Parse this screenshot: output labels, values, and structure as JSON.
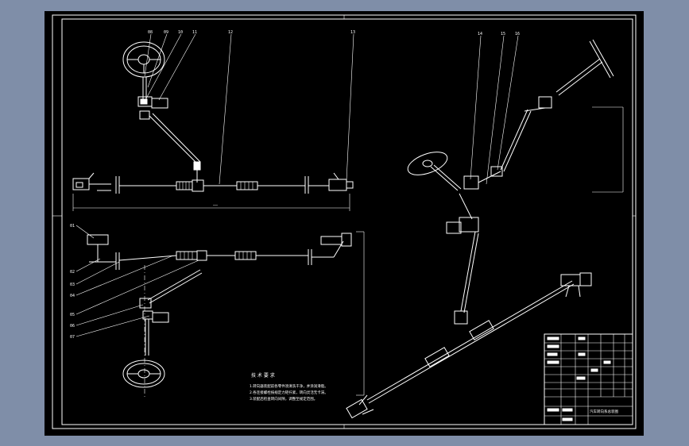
{
  "colors": {
    "viewport_bg": "#7f8ea8",
    "sheet_bg": "#000000",
    "line": "#ffffff"
  },
  "drawing": {
    "callouts_top": [
      "08",
      "09",
      "10",
      "11",
      "12",
      "13"
    ],
    "callouts_right": [
      "14",
      "15",
      "16"
    ],
    "callouts_left": [
      "01",
      "02",
      "03",
      "04",
      "05",
      "06",
      "07"
    ],
    "dimension_text": "——",
    "notes_title": "技 术 要 求",
    "notes": [
      "1.转向器装配前各零件须清洗干净，并涂润滑脂。",
      "2.各连接螺栓按规定力矩拧紧，转向灵活无卡滞。",
      "3.装配后检查转向间隙，调整至规定范围。"
    ],
    "title_block_name": "汽车转向系总装图"
  }
}
